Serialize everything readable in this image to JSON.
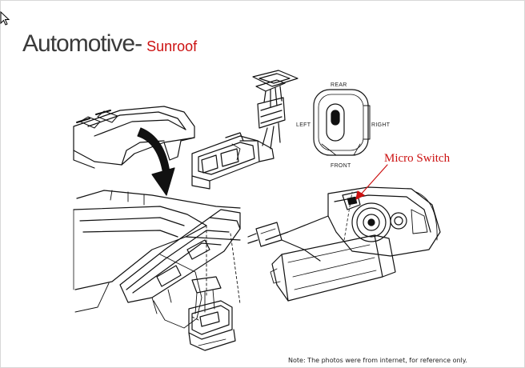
{
  "slide": {
    "title_main": "Automotive-",
    "title_sub": "Sunroof",
    "switch_labels": {
      "rear": "REAR",
      "left": "LEFT",
      "right": "RIGHT",
      "front": "FRONT"
    },
    "callout": "Micro Switch",
    "note": "Note: The photos were from internet, for reference only."
  },
  "colors": {
    "title_text": "#3a3a3a",
    "accent_red": "#cc1111",
    "line_art": "#111111"
  }
}
